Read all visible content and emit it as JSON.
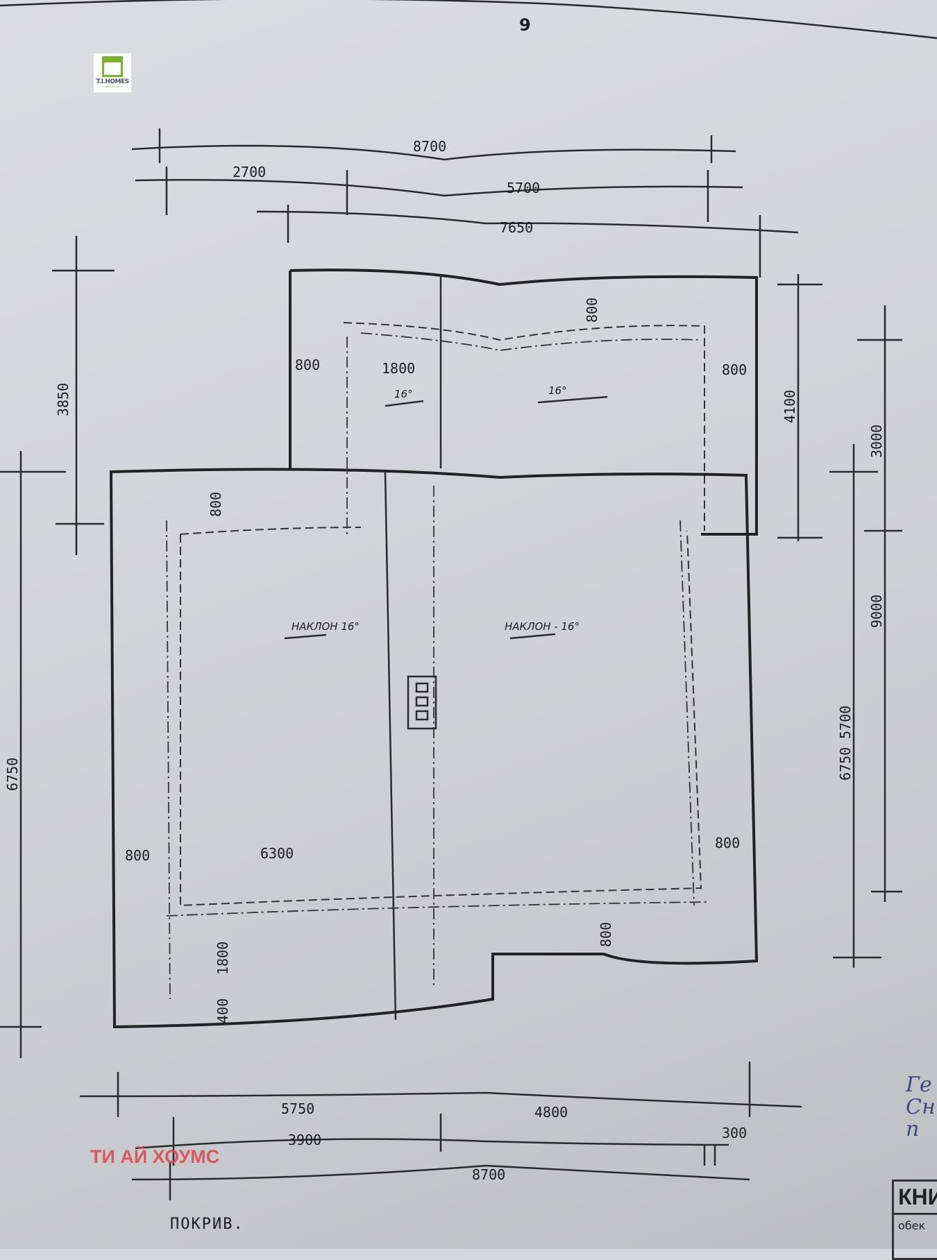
{
  "page_number": "9",
  "logo": {
    "text": "T.I.HOMES",
    "tagline": "недвижими имоти"
  },
  "watermark": "ТИ АЙ ХОУМС",
  "plan_title": "ПОКРИВ.",
  "dimensions": {
    "top": [
      "8700",
      "2700",
      "5700",
      "7650"
    ],
    "left": [
      "3850",
      "800",
      "6750"
    ],
    "right": [
      "4100",
      "3000",
      "9000",
      "5700",
      "6750"
    ],
    "inner": [
      "800",
      "1800",
      "800",
      "800",
      "800",
      "6300",
      "800",
      "800",
      "1800",
      "400"
    ],
    "bottom": [
      "5750",
      "4800",
      "3900",
      "300",
      "8700"
    ]
  },
  "slopes": {
    "upper_left": "16°",
    "upper_right": "16°",
    "main_left": "НАКЛОН 16°",
    "main_right": "НАКЛОН - 16°"
  },
  "handwritten_note": [
    "Ге",
    "Сн",
    "п"
  ],
  "title_block": {
    "header": "КНИ",
    "row": "обек"
  }
}
